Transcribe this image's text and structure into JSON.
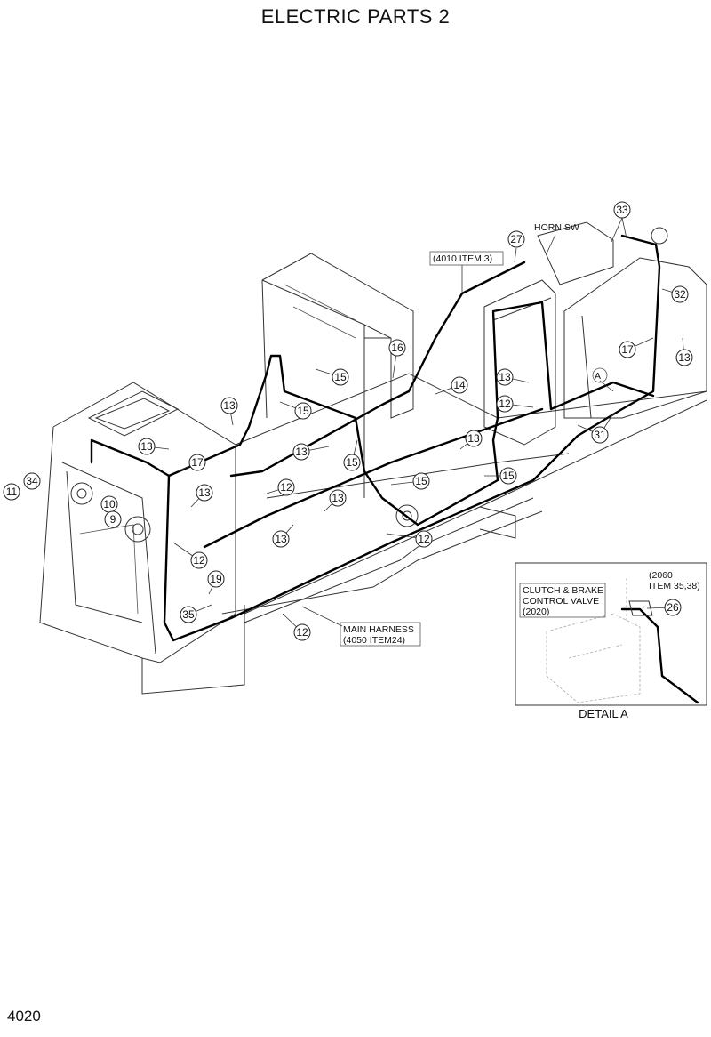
{
  "title": "ELECTRIC PARTS 2",
  "page_number": "4020",
  "notes": {
    "item_4010": "(4010 ITEM 3)",
    "horn_sw": "HORN SW",
    "main_harness_1": "MAIN HARNESS",
    "main_harness_2": "(4050 ITEM24)",
    "detail_a_title": "DETAIL A",
    "detail_ref_1": "(2060",
    "detail_ref_2": "ITEM 35,38)",
    "clutch_1": "CLUTCH & BRAKE",
    "clutch_2": "CONTROL VALVE",
    "clutch_3": "(2020)",
    "view_a": "A"
  },
  "callouts": [
    {
      "label": "33"
    },
    {
      "label": "27"
    },
    {
      "label": "32"
    },
    {
      "label": "16"
    },
    {
      "label": "17"
    },
    {
      "label": "13"
    },
    {
      "label": "15"
    },
    {
      "label": "14"
    },
    {
      "label": "13"
    },
    {
      "label": "12"
    },
    {
      "label": "13"
    },
    {
      "label": "15"
    },
    {
      "label": "31"
    },
    {
      "label": "13"
    },
    {
      "label": "13"
    },
    {
      "label": "17"
    },
    {
      "label": "13"
    },
    {
      "label": "15"
    },
    {
      "label": "13"
    },
    {
      "label": "15"
    },
    {
      "label": "15"
    },
    {
      "label": "34"
    },
    {
      "label": "11"
    },
    {
      "label": "10"
    },
    {
      "label": "9"
    },
    {
      "label": "13"
    },
    {
      "label": "12"
    },
    {
      "label": "13"
    },
    {
      "label": "13"
    },
    {
      "label": "12"
    },
    {
      "label": "12"
    },
    {
      "label": "19"
    },
    {
      "label": "35"
    },
    {
      "label": "12"
    },
    {
      "label": "26"
    }
  ]
}
